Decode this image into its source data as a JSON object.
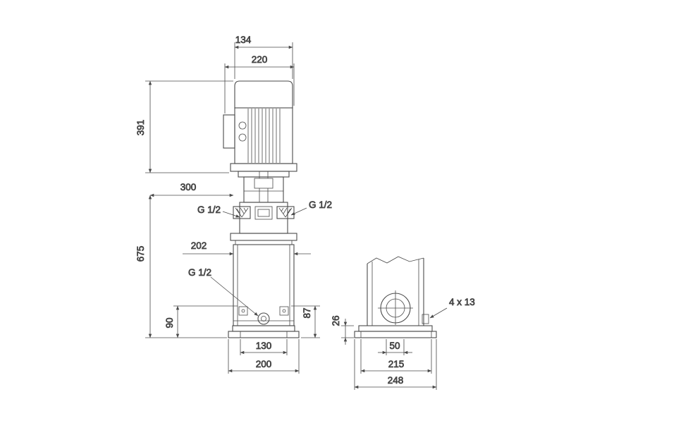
{
  "page": {
    "background_color": "#ffffff",
    "line_color": "#4a4a4a",
    "text_color": "#3a3a3a"
  },
  "drawing": {
    "front_view": {
      "dims": {
        "fan_cover_width": "134",
        "motor_width": "220",
        "motor_height": "391",
        "clearance": "300",
        "total_height": "675",
        "sleeve_width": "202",
        "port_top_left": "G 1/2",
        "port_top_right": "G 1/2",
        "drain_port": "G 1/2",
        "drain_height": "90",
        "side_port_height": "87",
        "base_bolt_spacing": "130",
        "base_width": "200"
      }
    },
    "side_view": {
      "dims": {
        "base_height": "26",
        "port_offset": "50",
        "base_bolt_spacing": "215",
        "base_depth": "248",
        "bolt_holes": "4 x 13"
      }
    }
  }
}
